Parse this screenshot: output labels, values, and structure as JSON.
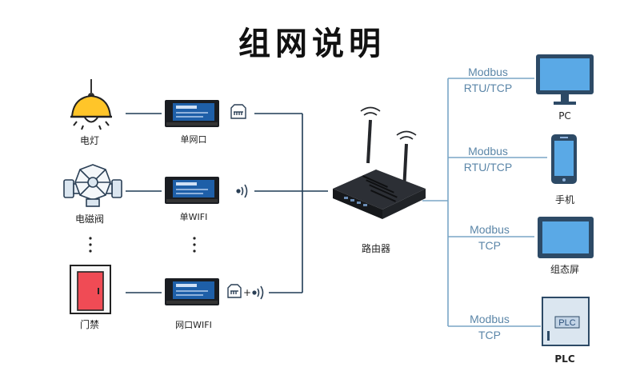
{
  "title": "组网说明",
  "devices": {
    "lamp": "电灯",
    "valve": "电磁阀",
    "door": "门禁"
  },
  "modules": {
    "m1": "单网口",
    "m2": "单WIFI",
    "m3": "网口WIFI"
  },
  "connector_plus": "+",
  "router": "路由器",
  "endpoints": [
    {
      "proto_line1": "Modbus",
      "proto_line2": "RTU/TCP",
      "label": "PC"
    },
    {
      "proto_line1": "Modbus",
      "proto_line2": "RTU/TCP",
      "label": "手机"
    },
    {
      "proto_line1": "Modbus",
      "proto_line2": "TCP",
      "label": "组态屏"
    },
    {
      "proto_line1": "Modbus",
      "proto_line2": "TCP",
      "label": "PLC"
    }
  ],
  "plc_screen_text": "PLC",
  "colors": {
    "line": "#1f3b55",
    "right_line": "#7aa6c6",
    "accent_blue": "#1e5fa8",
    "door_red": "#f04b55",
    "lamp_yellow": "#ffc529"
  }
}
